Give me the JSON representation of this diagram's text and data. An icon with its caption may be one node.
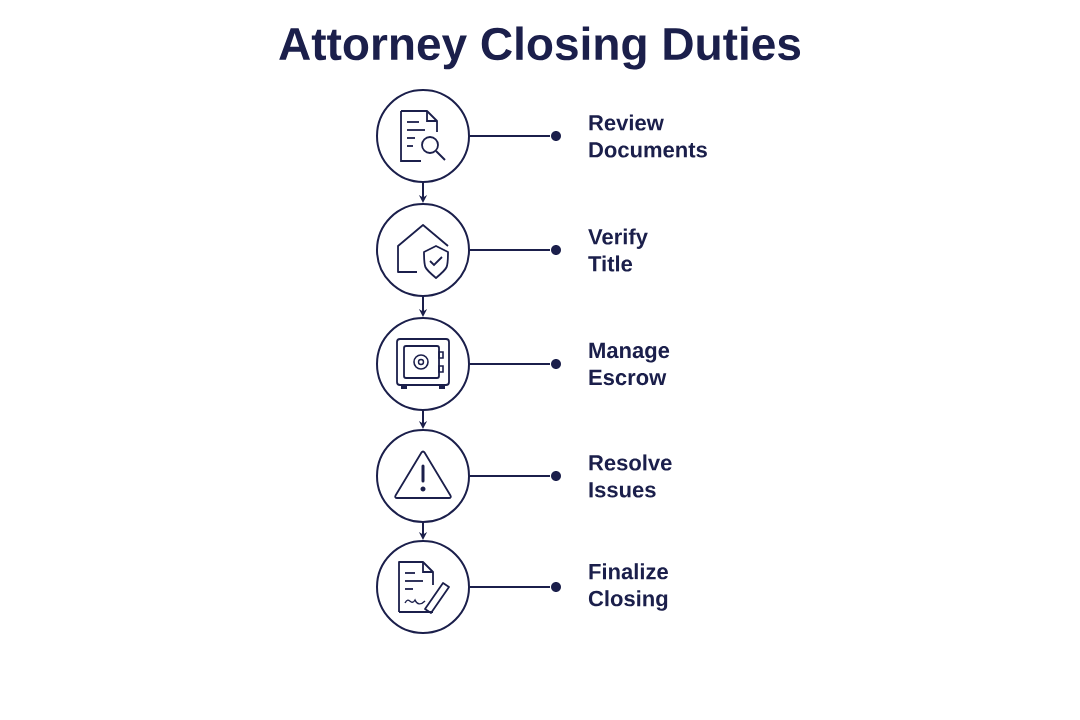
{
  "diagram": {
    "title": "Attorney Closing Duties",
    "nodes": [
      {
        "text": [],
        "shape": "circle"
      },
      {
        "text": [],
        "shape": "circle",
        "beside": [
          "Review Documents"
        ]
      },
      {
        "text": [],
        "shape": "circle"
      },
      {
        "text": [],
        "shape": "circle",
        "beside": [
          "Verify Title"
        ]
      },
      {
        "text": [],
        "shape": "circle"
      },
      {
        "text": [],
        "shape": "circle",
        "beside": [
          "Manage Escrow"
        ]
      },
      {
        "text": [],
        "shape": "circle"
      },
      {
        "text": [],
        "shape": "circle",
        "beside": [
          "Resolve Issues"
        ]
      },
      {
        "text": [],
        "shape": "circle"
      },
      {
        "text": [],
        "shape": "circle",
        "beside": [
          "Finalize Closing"
        ]
      }
    ],
    "edges": [
      {
        "from": 0,
        "to": 1,
        "arrow": "none"
      },
      {
        "from": 0,
        "to": 2,
        "arrow": "to"
      },
      {
        "from": 2,
        "to": 3,
        "arrow": "none"
      },
      {
        "from": 2,
        "to": 4,
        "arrow": "to"
      },
      {
        "from": 4,
        "to": 5,
        "arrow": "none"
      },
      {
        "from": 4,
        "to": 6,
        "arrow": "to"
      },
      {
        "from": 6,
        "to": 7,
        "arrow": "none"
      },
      {
        "from": 6,
        "to": 8,
        "arrow": "to"
      },
      {
        "from": 8,
        "to": 9,
        "arrow": "none"
      }
    ]
  }
}
